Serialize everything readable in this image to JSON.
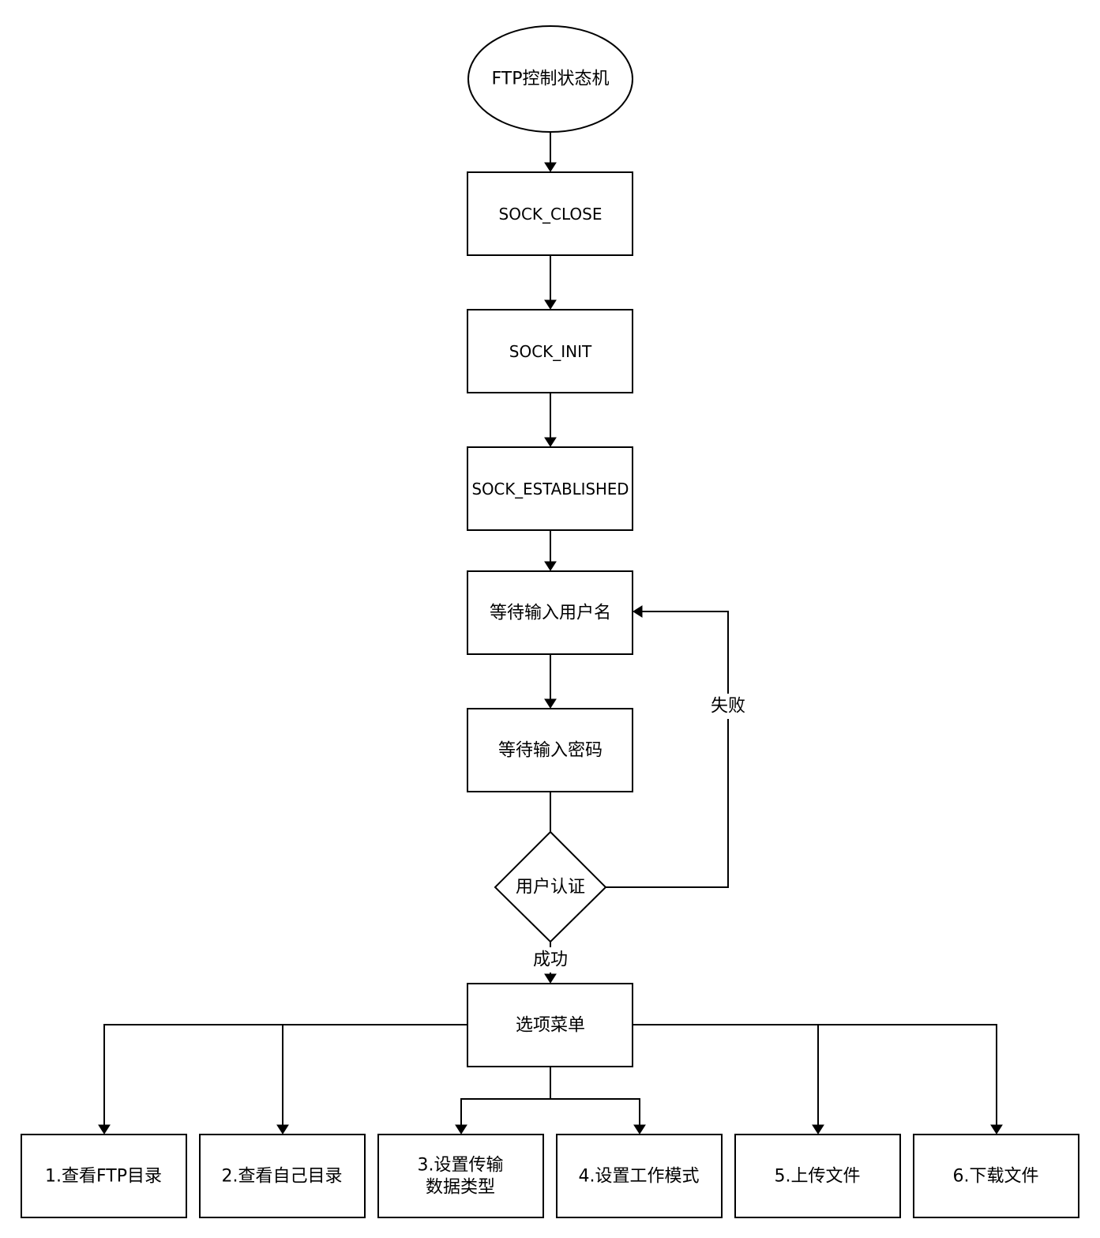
{
  "nodes": {
    "start": "FTP控制状态机",
    "sock_close": "SOCK_CLOSE",
    "sock_init": "SOCK_INIT",
    "sock_established": "SOCK_ESTABLISHED",
    "wait_username": "等待输入用户名",
    "wait_password": "等待输入密码",
    "user_auth": "用户认证",
    "options_menu": "选项菜单",
    "opt1": "1.查看FTP目录",
    "opt2": "2.查看自己目录",
    "opt3_line1": "3.设置传输",
    "opt3_line2": "数据类型",
    "opt4": "4.设置工作模式",
    "opt5": "5.上传文件",
    "opt6": "6.下载文件"
  },
  "edges": {
    "fail_label": "失败",
    "success_label": "成功"
  }
}
